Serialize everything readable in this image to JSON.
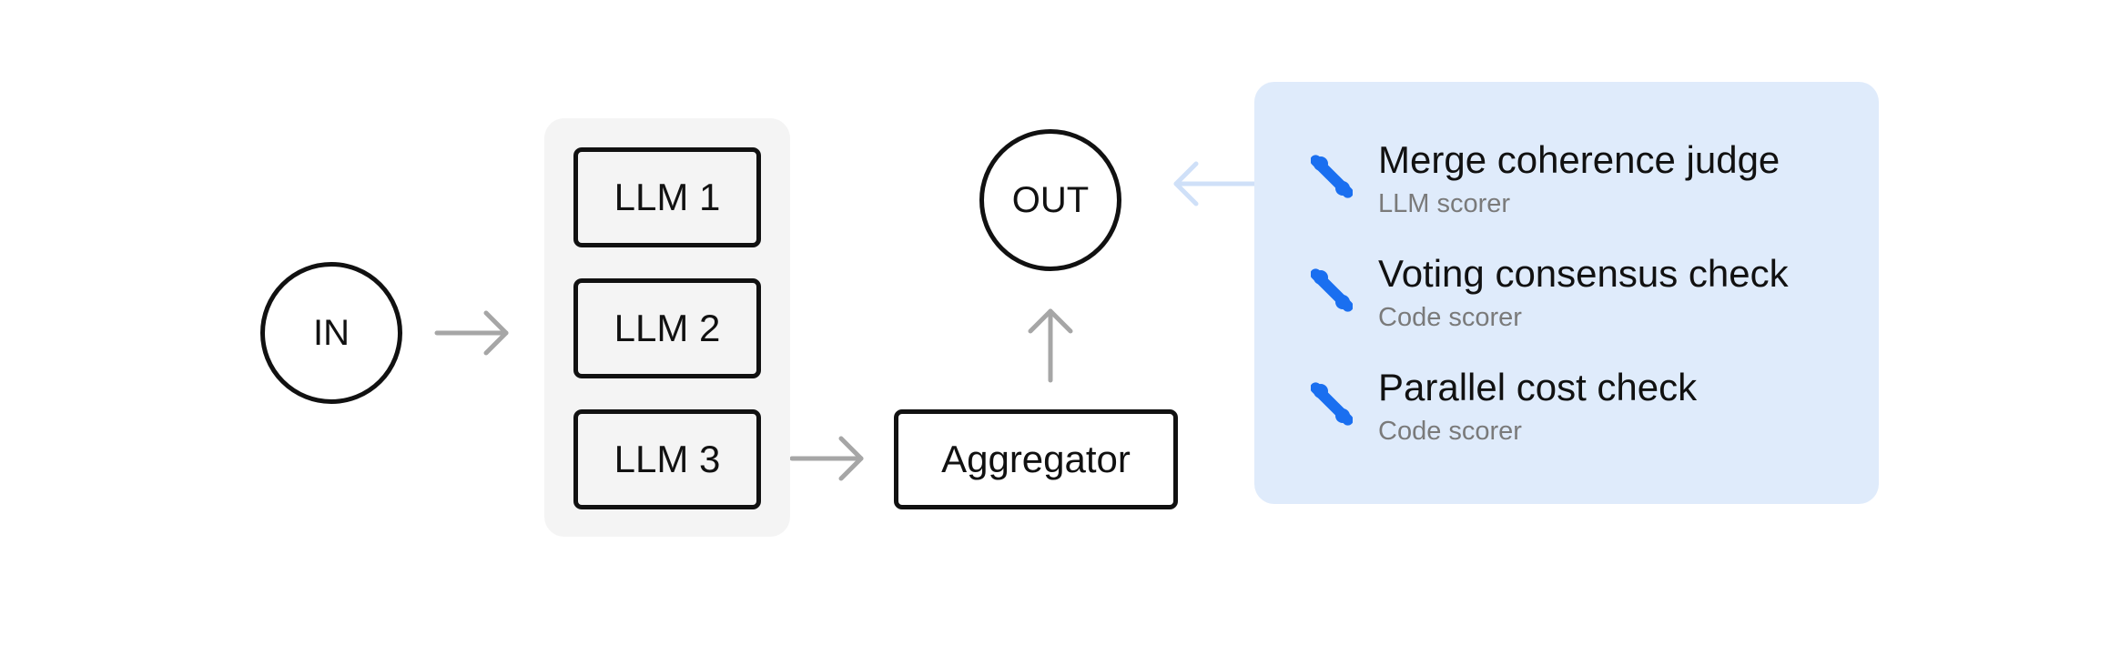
{
  "diagram": {
    "input_node": "IN",
    "output_node": "OUT",
    "llm_nodes": [
      "LLM 1",
      "LLM 2",
      "LLM 3"
    ],
    "aggregator": "Aggregator"
  },
  "scorers": [
    {
      "title": "Merge coherence judge",
      "subtitle": "LLM scorer",
      "icon": "percent-icon"
    },
    {
      "title": "Voting consensus check",
      "subtitle": "Code scorer",
      "icon": "percent-icon"
    },
    {
      "title": "Parallel cost check",
      "subtitle": "Code scorer",
      "icon": "percent-icon"
    }
  ],
  "colors": {
    "node_border": "#111111",
    "arrow": "#a6a6a6",
    "faint_arrow": "#cfe0f8",
    "group_background": "#f4f4f4",
    "panel_background": "#dfebfb",
    "icon_blue": "#1a6ff0",
    "subtitle_gray": "#7a7a7a"
  }
}
